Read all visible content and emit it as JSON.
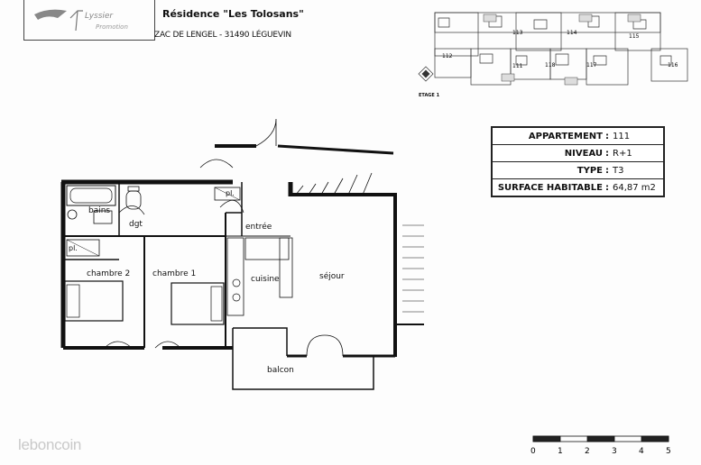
{
  "header": {
    "title": "Résidence \"Les Tolosans\"",
    "address": "ZAC DE LENGEL - 31490 LÉGUEVIN"
  },
  "key_plan": {
    "level_label": "ETAGE 1",
    "units": [
      "113",
      "114",
      "115",
      "112",
      "111",
      "118",
      "117",
      "116"
    ]
  },
  "info": {
    "rows": [
      {
        "label": "APPARTEMENT",
        "value": "111"
      },
      {
        "label": "NIVEAU",
        "value": "R+1"
      },
      {
        "label": "TYPE",
        "value": "T3"
      },
      {
        "label": "SURFACE HABITABLE",
        "value": "64,87 m2"
      }
    ]
  },
  "rooms": {
    "bains": "bains",
    "dgt": "dgt",
    "pl_top": "pl.",
    "pl_left": "pl.",
    "entree": "entrée",
    "cuisine": "cuisine",
    "sejour": "séjour",
    "chambre2": "chambre 2",
    "chambre1": "chambre 1",
    "balcon": "balcon"
  },
  "scale_bar": {
    "ticks": [
      "0",
      "1",
      "2",
      "3",
      "4",
      "5"
    ]
  },
  "watermark": "leboncoin"
}
